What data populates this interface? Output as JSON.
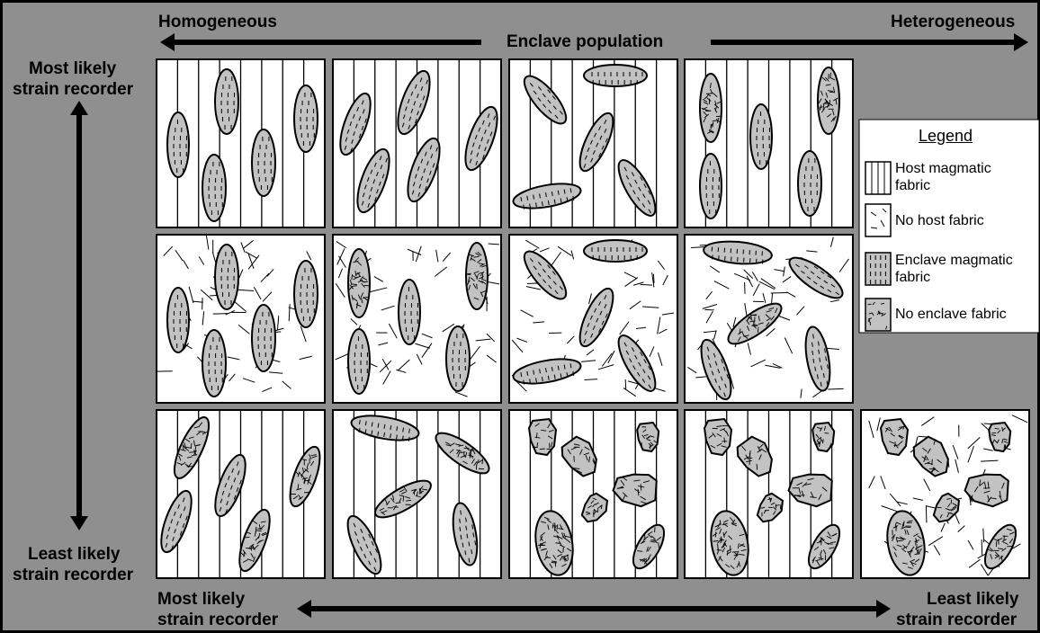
{
  "labels": {
    "top_left": "Homogeneous",
    "top_center": "Enclave population",
    "top_right": "Heterogeneous",
    "left_top_1": "Most likely",
    "left_top_2": "strain recorder",
    "left_bottom_1": "Least likely",
    "left_bottom_2": "strain recorder",
    "bottom_left_1": "Most likely",
    "bottom_left_2": "strain recorder",
    "bottom_right_1": "Least likely",
    "bottom_right_2": "strain recorder"
  },
  "legend": {
    "title": "Legend",
    "items": [
      {
        "key": "host",
        "line1": "Host magmatic",
        "line2": "fabric"
      },
      {
        "key": "nohost",
        "line1": "No host fabric",
        "line2": ""
      },
      {
        "key": "enclave",
        "line1": "Enclave magmatic",
        "line2": "fabric"
      },
      {
        "key": "noenclave",
        "line1": "No enclave fabric",
        "line2": ""
      }
    ]
  },
  "colors": {
    "background": "#8f8f8f",
    "panel": "#ffffff",
    "enclave_fill": "#c2c2c2",
    "ink": "#000000"
  },
  "panels": [
    {
      "row": 0,
      "col": 0,
      "host": "vertical",
      "enclave": "vertical-fabric",
      "shape": "ellipse"
    },
    {
      "row": 0,
      "col": 1,
      "host": "vertical",
      "enclave": "tilted-fabric",
      "shape": "ellipse"
    },
    {
      "row": 0,
      "col": 2,
      "host": "vertical",
      "enclave": "random-orientation-fabric",
      "shape": "ellipse"
    },
    {
      "row": 0,
      "col": 3,
      "host": "vertical",
      "enclave": "mixed-fabric",
      "shape": "ellipse"
    },
    {
      "row": 1,
      "col": 0,
      "host": "none",
      "enclave": "vertical-fabric",
      "shape": "ellipse"
    },
    {
      "row": 1,
      "col": 1,
      "host": "none",
      "enclave": "mixed-fabric",
      "shape": "ellipse"
    },
    {
      "row": 1,
      "col": 2,
      "host": "none",
      "enclave": "random-orientation-fabric",
      "shape": "ellipse"
    },
    {
      "row": 1,
      "col": 3,
      "host": "none",
      "enclave": "mixed-random",
      "shape": "ellipse"
    },
    {
      "row": 2,
      "col": 0,
      "host": "vertical",
      "enclave": "tilted-fabric",
      "shape": "ellipse"
    },
    {
      "row": 2,
      "col": 1,
      "host": "vertical",
      "enclave": "random-orientation-mixed",
      "shape": "ellipse"
    },
    {
      "row": 2,
      "col": 2,
      "host": "vertical",
      "enclave": "no-fabric",
      "shape": "irregular"
    },
    {
      "row": 2,
      "col": 3,
      "host": "vertical",
      "enclave": "no-fabric",
      "shape": "irregular"
    },
    {
      "row": 2,
      "col": 4,
      "host": "none",
      "enclave": "no-fabric",
      "shape": "irregular"
    }
  ]
}
